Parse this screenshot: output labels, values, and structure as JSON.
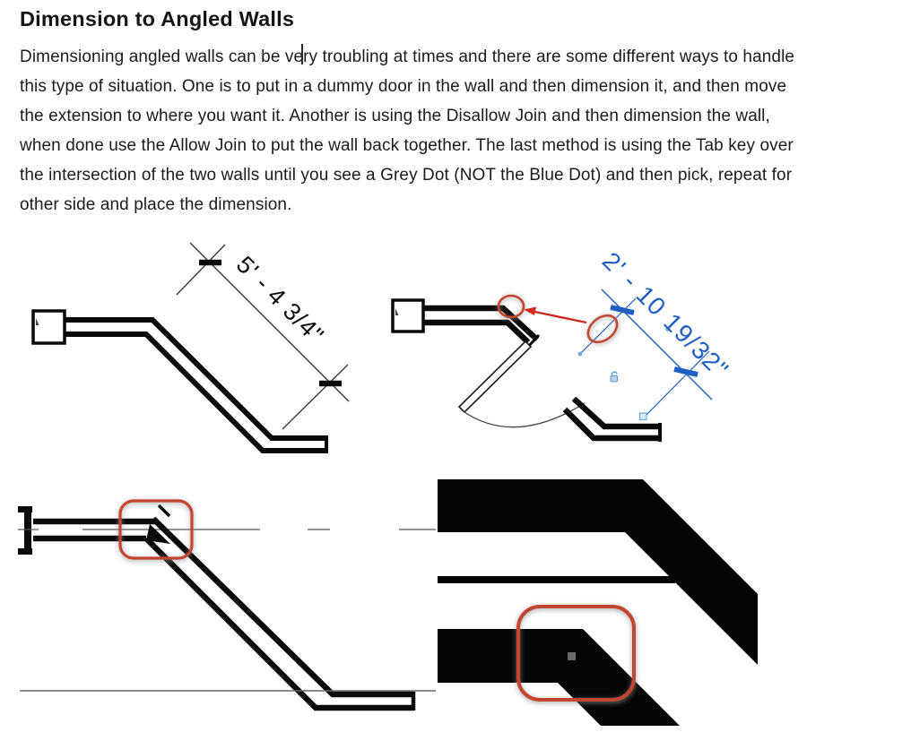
{
  "document": {
    "title": "Dimension to Angled Walls",
    "body_lines": [
      "Dimensioning angled walls can be very troubling at times and there are some different ways to handle",
      "this type of situation. One is to put in a dummy door in the wall and then dimension it, and then move",
      "the extension to where you want it. Another is using the Disallow Join and then dimension the wall,",
      "when done use the Allow Join to put the wall back together. The last method is using the Tab key over",
      "the intersection of the two walls until you see a Grey Dot (NOT the Blue Dot) and then pick, repeat for",
      "other side and place the dimension."
    ]
  },
  "figures": {
    "top_left": {
      "dimension_label": "5' - 4 3/4\""
    },
    "top_right": {
      "dimension_label": "2' - 10 19/32\""
    }
  },
  "colors": {
    "wall_black": "#0a0a0a",
    "dimension_grey": "#3c3c3c",
    "dimension_blue": "#1f5fc4",
    "grip_blue": "#7aa7e0",
    "annotation_red": "#c2452d",
    "arrow_red": "#cf2a1b",
    "grey_dot": "#6a6a6a"
  }
}
